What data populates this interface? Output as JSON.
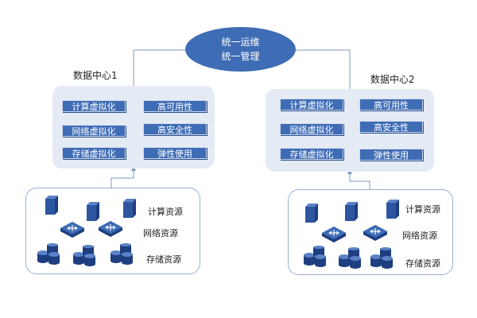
{
  "top": {
    "line1": "统一运维",
    "line2": "统一管理"
  },
  "datacenters": [
    {
      "label": "数据中心1",
      "features_left": [
        "计算虚拟化",
        "网络虚拟化",
        "存储虚拟化"
      ],
      "features_right": [
        "高可用性",
        "高安全性",
        "弹性使用"
      ],
      "resources": {
        "compute": "计算资源",
        "network": "网络资源",
        "storage": "存储资源"
      }
    },
    {
      "label": "数据中心2",
      "features_left": [
        "计算虚拟化",
        "网络虚拟化",
        "存储虚拟化"
      ],
      "features_right": [
        "高可用性",
        "高安全性",
        "弹性使用"
      ],
      "resources": {
        "compute": "计算资源",
        "network": "网络资源",
        "storage": "存储资源"
      }
    }
  ],
  "colors": {
    "primary_blue": "#3E6CB5",
    "panel_fill": "#E5EBF5",
    "panel_outline": "#9AB0D4",
    "connector": "#7F97C3"
  },
  "icons": [
    "server-icon",
    "switch-icon",
    "storage-disk-icon"
  ]
}
